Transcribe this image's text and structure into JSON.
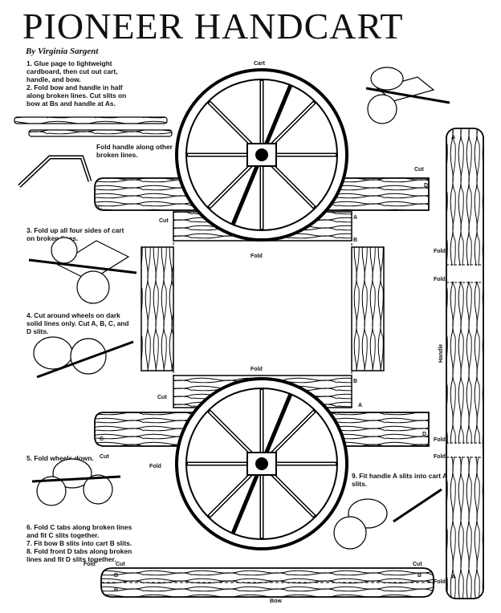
{
  "title": "PIONEER HANDCART",
  "byline": "By Virginia Sargent",
  "steps": {
    "s1": "1. Glue page to lightweight cardboard, then cut out cart, handle, and bow.",
    "s2": "2. Fold bow and handle in half along broken lines. Cut slits on bow at Bs and handle at As.",
    "s2b": "Fold handle along other broken lines.",
    "s3": "3. Fold up all four sides of cart on broken lines.",
    "s4": "4. Cut around wheels on dark solid lines only. Cut A, B, C, and D slits.",
    "s5": "5. Fold wheels down.",
    "s6": "6. Fold C tabs along broken lines and fit C slits together.",
    "s7": "7. Fit bow B slits into cart B slits.",
    "s8": "8. Fold front D tabs along broken lines and fit D slits together.",
    "s9": "9. Fit handle A slits into cart A slits."
  },
  "labels": {
    "cart": "Cart",
    "fold": "Fold",
    "cut": "Cut",
    "handle": "Handle",
    "bow": "Bow",
    "a": "A",
    "b": "B",
    "c": "C",
    "d": "D"
  }
}
